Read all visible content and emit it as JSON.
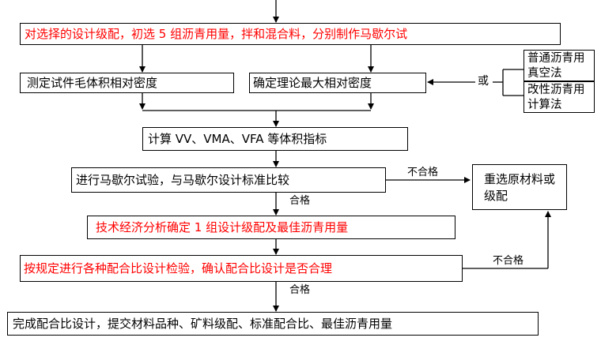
{
  "steps": {
    "s1": "对选择的设计级配，初选 5 组沥青用量，拌和混合料，分别制作马歇尔试",
    "s2": "测定试件毛体积相对密度",
    "s3": "确定理论最大相对密度",
    "s4": "计算 VV、VMA、VFA 等体积指标",
    "s5": "进行马歇尔试验，与马歇尔设计标准比较",
    "s6": "技术经济分析确定 1 组设计级配及最佳沥青用量",
    "s7": "按规定进行各种配合比设计检验，确认配合比设计是否合理",
    "s8": "完成配合比设计，提交材料品种、矿料级配、标准配合比、最佳沥青用量"
  },
  "methods": {
    "m1": "普通沥青用真空法",
    "m2": "改性沥青用计算法",
    "or": "或"
  },
  "reselect": "重选原材料或级配",
  "labels": {
    "fail1": "不合格",
    "pass1": "合格",
    "fail2": "不合格",
    "pass2": "合格"
  }
}
